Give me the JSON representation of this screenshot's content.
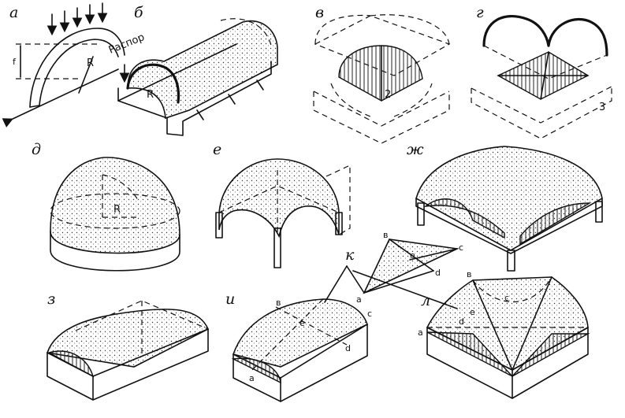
{
  "figure_letters": {
    "a": "а",
    "b": "б",
    "v": "в",
    "g": "г",
    "d": "д",
    "e": "е",
    "zh": "ж",
    "z": "з",
    "i": "и",
    "k": "к",
    "l": "л"
  },
  "annotations": {
    "thrust": "Распор",
    "radius": "R",
    "rise": "f",
    "num_2": "2",
    "num_3": "3"
  },
  "point_labels": {
    "a": "a",
    "b": "в",
    "c": "c",
    "d": "d",
    "e": "e"
  }
}
